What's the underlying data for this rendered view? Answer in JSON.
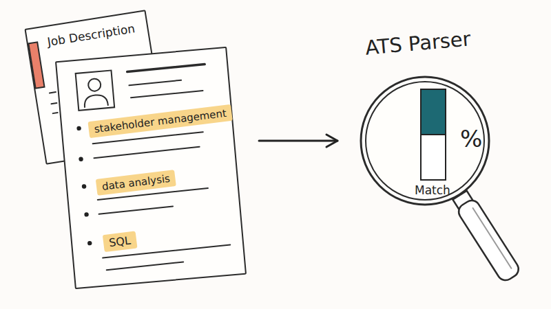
{
  "diagram": {
    "nodes": [
      {
        "text": [
          "Job Description"
        ]
      },
      {
        "text": []
      },
      {
        "text": [
          "stakeholder management"
        ],
        "in": 1
      },
      {
        "text": [
          "data analysis"
        ],
        "in": 1
      },
      {
        "text": [
          "SQL"
        ],
        "in": 1
      },
      {
        "text": [
          "ATS Parser",
          "%",
          "Match"
        ]
      }
    ],
    "edges": [
      {
        "from": 1,
        "to": 5,
        "arrow": "to"
      }
    ]
  }
}
